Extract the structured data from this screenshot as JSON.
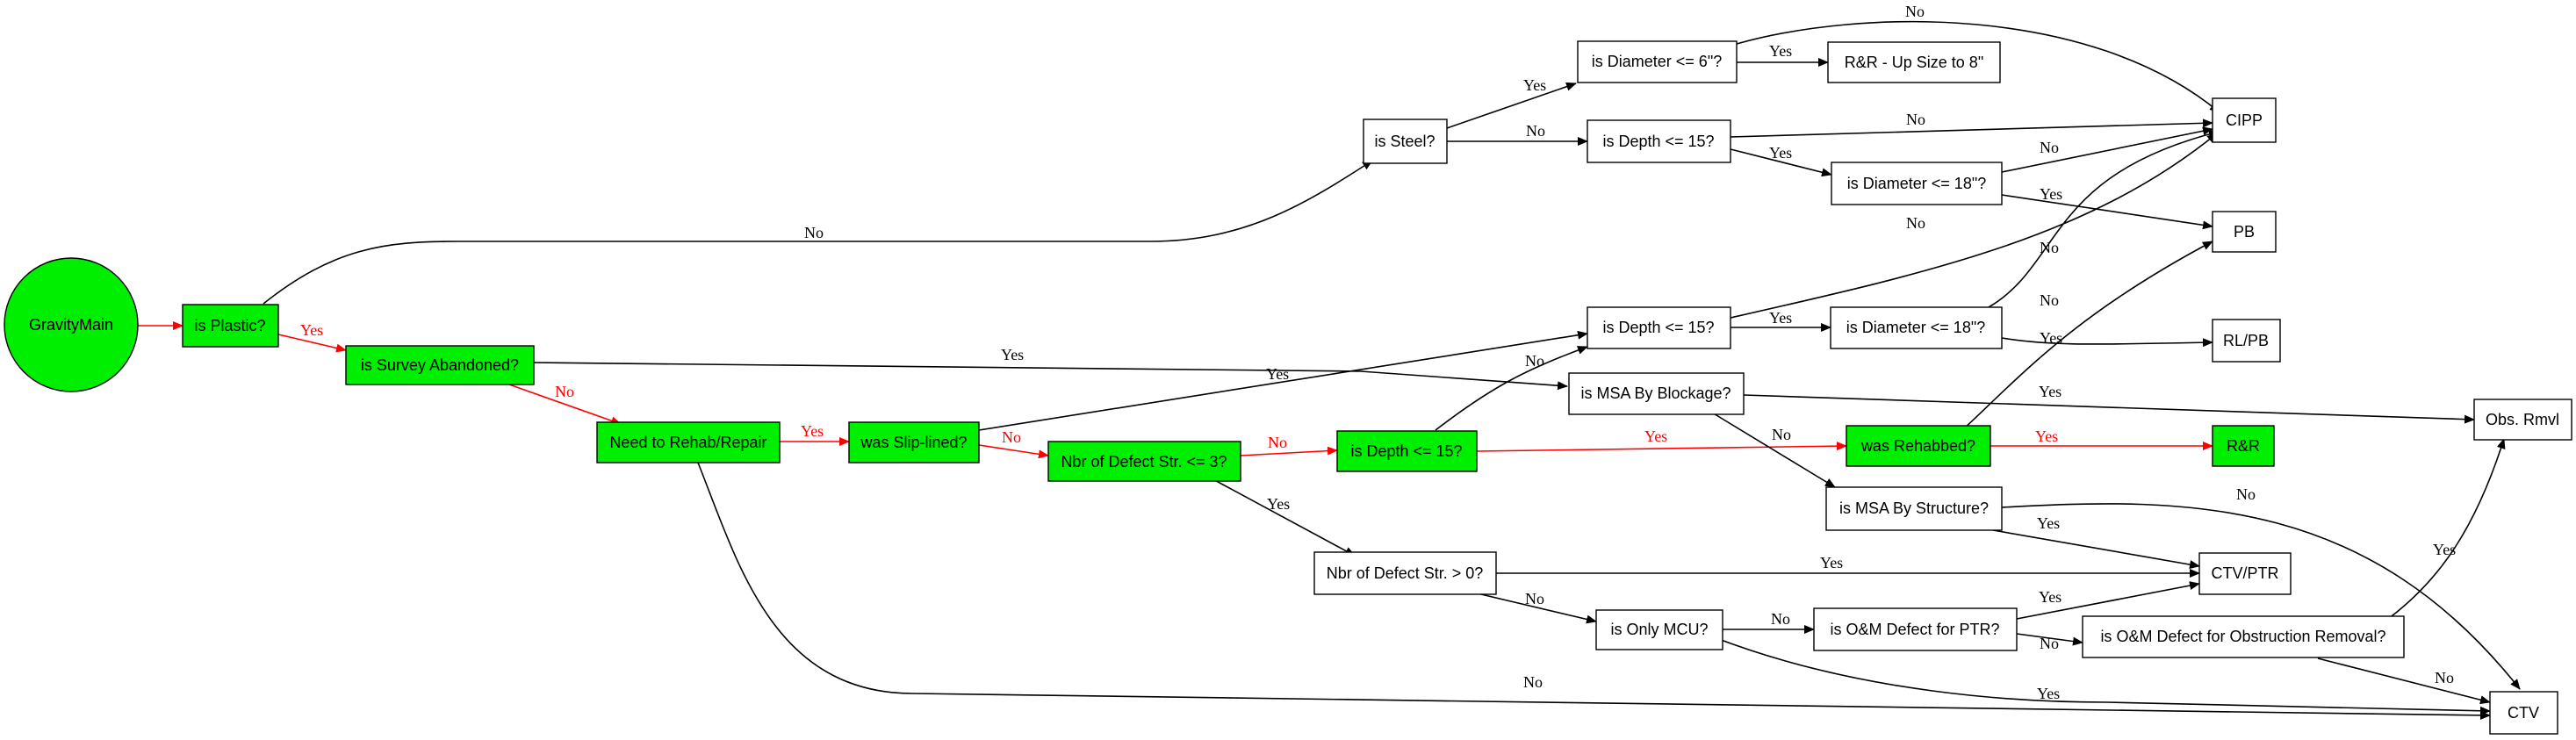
{
  "colors": {
    "highlight_fill": "#00ee00",
    "default_fill": "#ffffff",
    "active_edge": "#ff0000",
    "default_edge": "#000000",
    "outline": "#000000"
  },
  "nodes": {
    "gravity_main": "GravityMain",
    "is_plastic": "is Plastic?",
    "is_survey_abandoned": "is Survey Abandoned?",
    "need_rehab_repair": "Need to Rehab/Repair",
    "was_slip_lined": "was Slip-lined?",
    "nbr_defect_le3": "Nbr of Defect Str. <= 3?",
    "is_depth_15_main": "is Depth <= 15?",
    "was_rehabbed": "was Rehabbed?",
    "rr": "R&R",
    "is_steel": "is Steel?",
    "is_diameter_6": "is Diameter <= 6\"?",
    "rr_upsize": "R&R - Up Size to 8\"",
    "is_depth_15_steel": "is Depth <= 15?",
    "is_diameter_18_a": "is Diameter <= 18\"?",
    "cipp": "CIPP",
    "pb": "PB",
    "is_depth_15_slip": "is Depth <= 15?",
    "is_diameter_18_b": "is Diameter <= 18\"?",
    "rlpb": "RL/PB",
    "is_msa_blockage": "is MSA By Blockage?",
    "obs_rmvl": "Obs. Rmvl",
    "is_msa_structure": "is MSA By Structure?",
    "nbr_defect_gt0": "Nbr of Defect Str. > 0?",
    "ctv_ptr": "CTV/PTR",
    "is_only_mcu": "is Only MCU?",
    "is_om_ptr": "is O&M Defect for PTR?",
    "is_om_obstruction": "is O&M Defect for Obstruction Removal?",
    "ctv": "CTV"
  },
  "edge_labels": {
    "yes": "Yes",
    "no": "No"
  }
}
